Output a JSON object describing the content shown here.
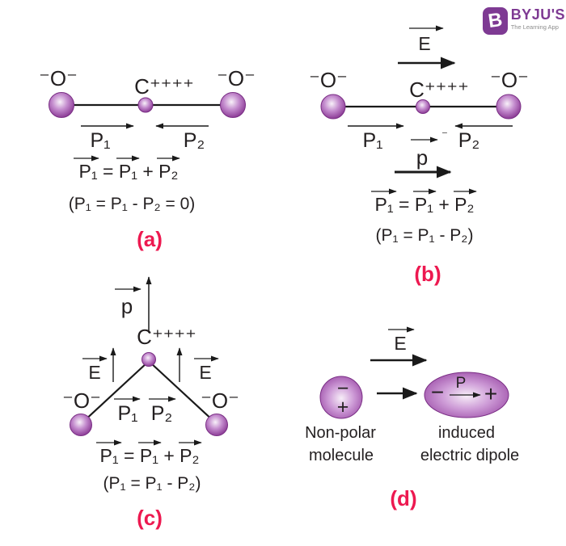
{
  "brand": {
    "logo_letter": "B",
    "name": "BYJU'S",
    "tagline": "The Learning App",
    "color": "#7e3a93"
  },
  "colors": {
    "accent_pink": "#ed1950",
    "sphere_purple": "#8b3e96",
    "text": "#231f20"
  },
  "panel_a": {
    "o_left": "⁻O⁻",
    "carbon": "C⁺⁺⁺⁺",
    "o_right": "⁻O⁻",
    "p1": "P₁",
    "p2": "P₂",
    "eq_vector": "P₁ = P₁ + P₂",
    "eq_scalar": "(P₁ = P₁ - P₂ = 0)",
    "label": "(a)"
  },
  "panel_b": {
    "field": "E",
    "o_left": "⁻O⁻",
    "carbon": "C⁺⁺⁺⁺",
    "o_right": "⁻O⁻",
    "p1": "P₁",
    "minus": "⁻",
    "p2": "P₂",
    "dipole": "p",
    "eq_vector": "P₁ = P₁ + P₂",
    "eq_scalar": "(P₁ = P₁ - P₂)",
    "label": "(b)"
  },
  "panel_c": {
    "dipole": "p",
    "carbon": "C⁺⁺⁺⁺",
    "field_left": "E",
    "field_right": "E",
    "o_left": "⁻O⁻",
    "o_right": "⁻O⁻",
    "p1": "P₁",
    "p2": "P₂",
    "eq_vector": "P₁ = P₁ + P₂",
    "eq_scalar": "(P₁ = P₁ - P₂)",
    "label": "(c)"
  },
  "panel_d": {
    "field": "E",
    "nonpolar_minus": "−",
    "nonpolar_plus": "+",
    "dipole_minus": "−",
    "dipole_p": "P",
    "dipole_plus": "+",
    "caption_left_line1": "Non-polar",
    "caption_left_line2": "molecule",
    "caption_right_line1": "induced",
    "caption_right_line2": "electric dipole",
    "label": "(d)"
  }
}
